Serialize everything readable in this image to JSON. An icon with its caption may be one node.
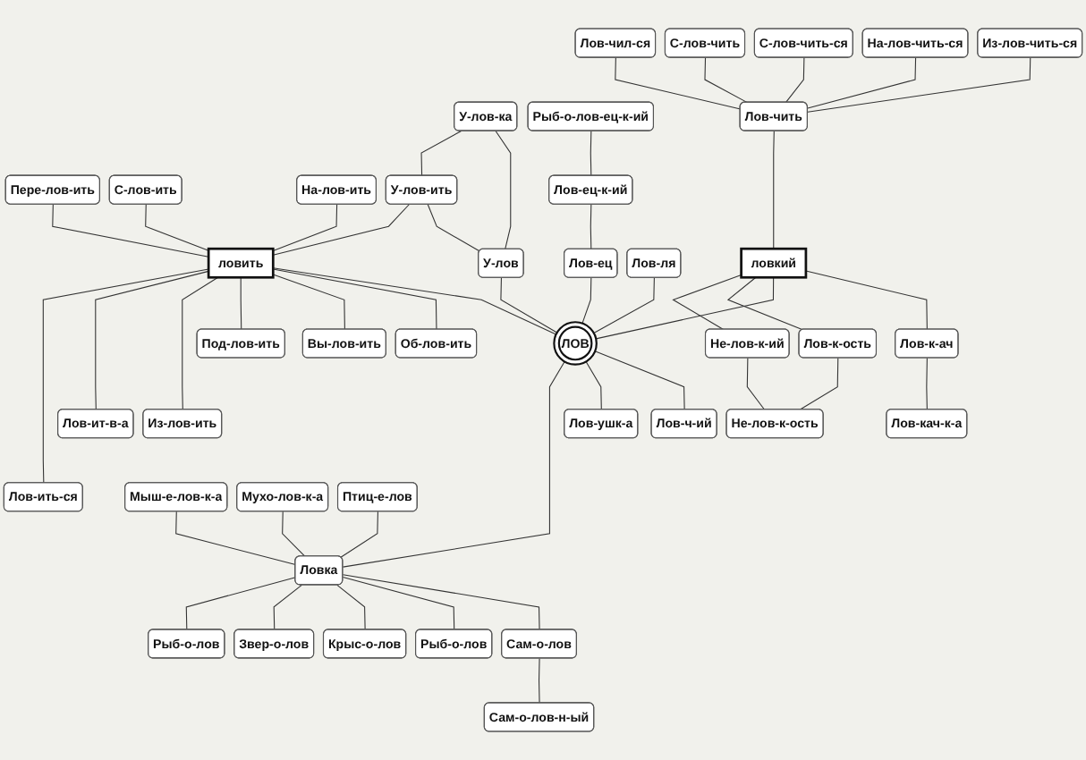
{
  "diagram": {
    "nodes": [
      {
        "text": [
          "Рыб-о-лов-ец-к-ий"
        ]
      },
      {
        "text": [
          "Из-лов-чить-ся"
        ]
      },
      {
        "text": [
          "С-лов-ить"
        ]
      },
      {
        "text": [
          "На-лов-чить-ся"
        ]
      },
      {
        "text": [
          "С-лов-чить-ся"
        ]
      },
      {
        "text": [
          "У-лов-ить"
        ]
      },
      {
        "text": [
          "У-лов"
        ]
      },
      {
        "text": [
          "С-лов-чить"
        ]
      },
      {
        "text": [
          "Пере-лов-ить"
        ]
      },
      {
        "text": [
          "Лов-ец-к-ий"
        ]
      },
      {
        "text": [
          "Лов-чил-ся"
        ]
      },
      {
        "text": [
          "Лов-кач-к-а"
        ]
      },
      {
        "text": [
          "У-лов-ка"
        ]
      },
      {
        "text": [
          "Лов-ля"
        ]
      },
      {
        "text": [
          "Лов-ец"
        ]
      },
      {
        "text": [
          "На-лов-ить"
        ]
      },
      {
        "text": [
          "Лов-чить"
        ]
      },
      {
        "text": [
          "Об-лов-ить"
        ]
      },
      {
        "text": [
          "Лов-к-ач"
        ]
      },
      {
        "text": [
          "Вы-лов-ить"
        ]
      },
      {
        "text": [
          "Лов-ч-ий"
        ]
      },
      {
        "text": [
          "Под-лов-ить"
        ]
      },
      {
        "text": [
          "ловить"
        ]
      },
      {
        "text": [
          "ЛОВ"
        ]
      },
      {
        "text": [
          "ловкий"
        ]
      },
      {
        "text": [
          "Из-лов-ить"
        ]
      },
      {
        "text": [
          "Лов-к-ость"
        ]
      },
      {
        "text": [
          "Лов-ит-в-а"
        ]
      },
      {
        "text": [
          "Не-лов-к-ость"
        ]
      },
      {
        "text": [
          "Не-лов-к-ий"
        ]
      },
      {
        "text": [
          "Мыш-е-лов-к-а"
        ]
      },
      {
        "text": [
          "Сам-о-лов"
        ]
      },
      {
        "text": [
          "Лов-ить-ся"
        ]
      },
      {
        "text": [
          "Сам-о-лов-н-ый"
        ]
      },
      {
        "text": [
          "Лов-ушк-а"
        ]
      },
      {
        "text": [
          "Рыб-о-лов"
        ]
      },
      {
        "text": [
          "Мухо-лов-к-а"
        ]
      },
      {
        "text": [
          "Крыс-о-лов"
        ]
      },
      {
        "text": [
          "Ловка"
        ]
      },
      {
        "text": [
          "Птиц-е-лов"
        ]
      },
      {
        "text": [
          "Звер-о-лов"
        ]
      },
      {
        "text": [
          "Рыб-о-лов"
        ]
      }
    ],
    "edges": [
      {
        "from": 1,
        "to": 16,
        "arrow": "none"
      },
      {
        "from": 3,
        "to": 16,
        "arrow": "none"
      },
      {
        "from": 4,
        "to": 16,
        "arrow": "none"
      },
      {
        "from": 7,
        "to": 16,
        "arrow": "none"
      },
      {
        "from": 10,
        "to": 16,
        "arrow": "none"
      },
      {
        "from": 16,
        "to": 24,
        "arrow": "none"
      },
      {
        "from": 18,
        "to": 11,
        "arrow": "none"
      },
      {
        "from": 24,
        "to": 18,
        "arrow": "none"
      },
      {
        "from": 24,
        "to": 23,
        "arrow": "none"
      },
      {
        "from": 24,
        "to": 26,
        "arrow": "none"
      },
      {
        "from": 24,
        "to": 29,
        "arrow": "none"
      },
      {
        "from": 26,
        "to": 28,
        "arrow": "none"
      },
      {
        "from": 29,
        "to": 28,
        "arrow": "none"
      },
      {
        "from": 0,
        "to": 9,
        "arrow": "none"
      },
      {
        "from": 9,
        "to": 14,
        "arrow": "none"
      },
      {
        "from": 14,
        "to": 23,
        "arrow": "none"
      },
      {
        "from": 13,
        "to": 23,
        "arrow": "none"
      },
      {
        "from": 23,
        "to": 20,
        "arrow": "none"
      },
      {
        "from": 12,
        "to": 6,
        "arrow": "none"
      },
      {
        "from": 6,
        "to": 23,
        "arrow": "none"
      },
      {
        "from": 5,
        "to": 6,
        "arrow": "none"
      },
      {
        "from": 12,
        "to": 5,
        "arrow": "none"
      },
      {
        "from": 22,
        "to": 23,
        "arrow": "none"
      },
      {
        "from": 2,
        "to": 22,
        "arrow": "none"
      },
      {
        "from": 8,
        "to": 22,
        "arrow": "none"
      },
      {
        "from": 15,
        "to": 22,
        "arrow": "none"
      },
      {
        "from": 5,
        "to": 22,
        "arrow": "none"
      },
      {
        "from": 22,
        "to": 17,
        "arrow": "none"
      },
      {
        "from": 22,
        "to": 19,
        "arrow": "none"
      },
      {
        "from": 22,
        "to": 21,
        "arrow": "none"
      },
      {
        "from": 22,
        "to": 25,
        "arrow": "none"
      },
      {
        "from": 22,
        "to": 27,
        "arrow": "none"
      },
      {
        "from": 22,
        "to": 32,
        "arrow": "none"
      },
      {
        "from": 23,
        "to": 34,
        "arrow": "none"
      },
      {
        "from": 23,
        "to": 38,
        "arrow": "none"
      },
      {
        "from": 30,
        "to": 38,
        "arrow": "none"
      },
      {
        "from": 36,
        "to": 38,
        "arrow": "none"
      },
      {
        "from": 38,
        "to": 31,
        "arrow": "none"
      },
      {
        "from": 38,
        "to": 35,
        "arrow": "none"
      },
      {
        "from": 38,
        "to": 37,
        "arrow": "none"
      },
      {
        "from": 38,
        "to": 40,
        "arrow": "none"
      },
      {
        "from": 38,
        "to": 41,
        "arrow": "none"
      },
      {
        "from": 39,
        "to": 38,
        "arrow": "none"
      },
      {
        "from": 31,
        "to": 33,
        "arrow": "none"
      }
    ]
  }
}
